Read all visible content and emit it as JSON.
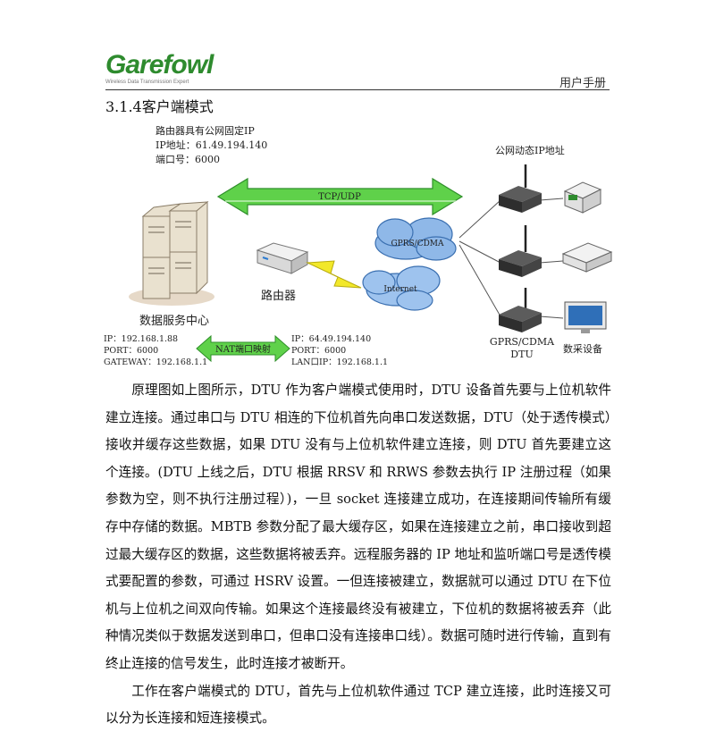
{
  "header": {
    "logo_text": "Garefowl",
    "logo_tagline": "Wireless Data Transmission Expert",
    "right_text": "用户手册"
  },
  "section_title": "3.1.4客户端模式",
  "diagram": {
    "router_info": [
      "路由器具有公网固定IP",
      "IP地址：61.49.194.140",
      "端口号：6000"
    ],
    "tcp_label": "TCP/UDP",
    "gprs_label": "GPRS/CDMA",
    "internet_label": "Internet",
    "router_label": "路由器",
    "server_label": "数据服务中心",
    "server_info": [
      "IP：192.168.1.88",
      "PORT：6000",
      "GATEWAY：192.168.1.1"
    ],
    "nat_label": "NAT端口映射",
    "router_net_info": [
      "IP：64.49.194.140",
      "PORT：6000",
      "LAN口IP：192.168.1.1"
    ],
    "public_ip_label": "公网动态IP地址",
    "dtu_label_1": "GPRS/CDMA",
    "dtu_label_2": "DTU",
    "device_label": "数采设备",
    "colors": {
      "arrow_green": "#5fd14a",
      "cloud_blue": "#8fb8e8",
      "lightning": "#f2e82a"
    }
  },
  "paragraphs": [
    "原理图如上图所示，DTU 作为客户端模式使用时，DTU 设备首先要与上位机软件建立连接。通过串口与 DTU 相连的下位机首先向串口发送数据，DTU（处于透传模式）接收并缓存这些数据，如果 DTU 没有与上位机软件建立连接，则 DTU 首先要建立这个连接。(DTU 上线之后，DTU 根据 RRSV 和 RRWS 参数去执行 IP 注册过程（如果参数为空，则不执行注册过程）)，一旦 socket 连接建立成功，在连接期间传输所有缓存中存储的数据。MBTB 参数分配了最大缓存区，如果在连接建立之前，串口接收到超过最大缓存区的数据，这些数据将被丢弃。远程服务器的 IP 地址和监听端口号是透传模式要配置的参数，可通过 HSRV 设置。一但连接被建立，数据就可以通过 DTU 在下位机与上位机之间双向传输。如果这个连接最终没有被建立，下位机的数据将被丢弃（此种情况类似于数据发送到串口，但串口没有连接串口线）。数据可随时进行传输，直到有终止连接的信号发生，此时连接才被断开。",
    "工作在客户端模式的 DTU，首先与上位机软件通过 TCP 建立连接，此时连接又可以分为长连接和短连接模式。"
  ]
}
